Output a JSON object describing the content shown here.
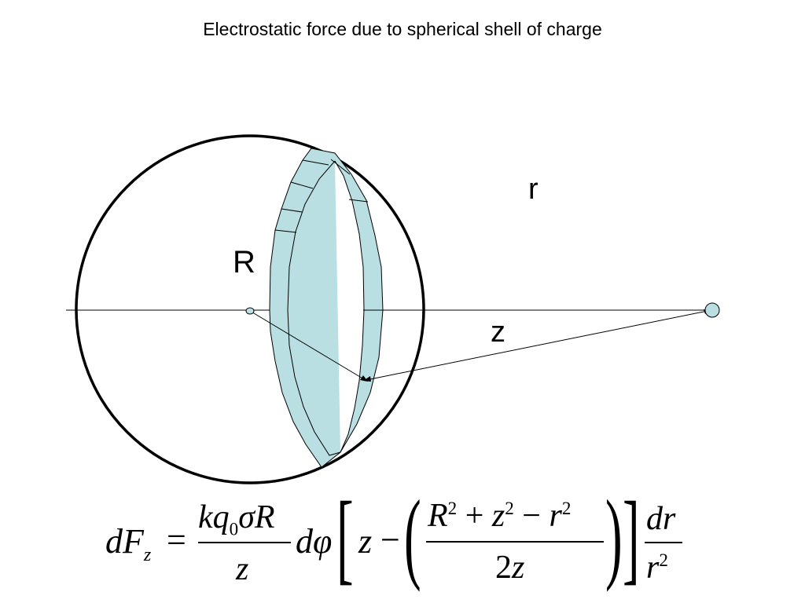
{
  "title": "Electrostatic force due to spherical shell of charge",
  "labels": {
    "r": "r",
    "R": "R",
    "z": "z"
  },
  "colors": {
    "ring_fill": "#b9dfe3",
    "stroke": "#000000",
    "background": "#ffffff"
  },
  "equation": {
    "lhs_d": "d",
    "lhs_F": "F",
    "lhs_sub": "z",
    "equals": "=",
    "frac1_num_k": "k",
    "frac1_num_q": "q",
    "frac1_num_q_sub": "0",
    "frac1_num_sigma": "σ",
    "frac1_num_R": "R",
    "frac1_den": "z",
    "dphi_d": "d",
    "dphi_phi": "φ",
    "bracket_left": "[",
    "inner_z": "z",
    "minus": "−",
    "paren_left": "(",
    "frac2_num_R": "R",
    "frac2_num_R_exp": "2",
    "plus": "+",
    "frac2_num_z": "z",
    "frac2_num_z_exp": "2",
    "minus2": "−",
    "frac2_num_r": "r",
    "frac2_num_r_exp": "2",
    "frac2_den_2": "2",
    "frac2_den_z": "z",
    "paren_right": ")",
    "bracket_right": "]",
    "frac3_num": "dr",
    "frac3_den_r": "r",
    "frac3_den_exp": "2"
  }
}
